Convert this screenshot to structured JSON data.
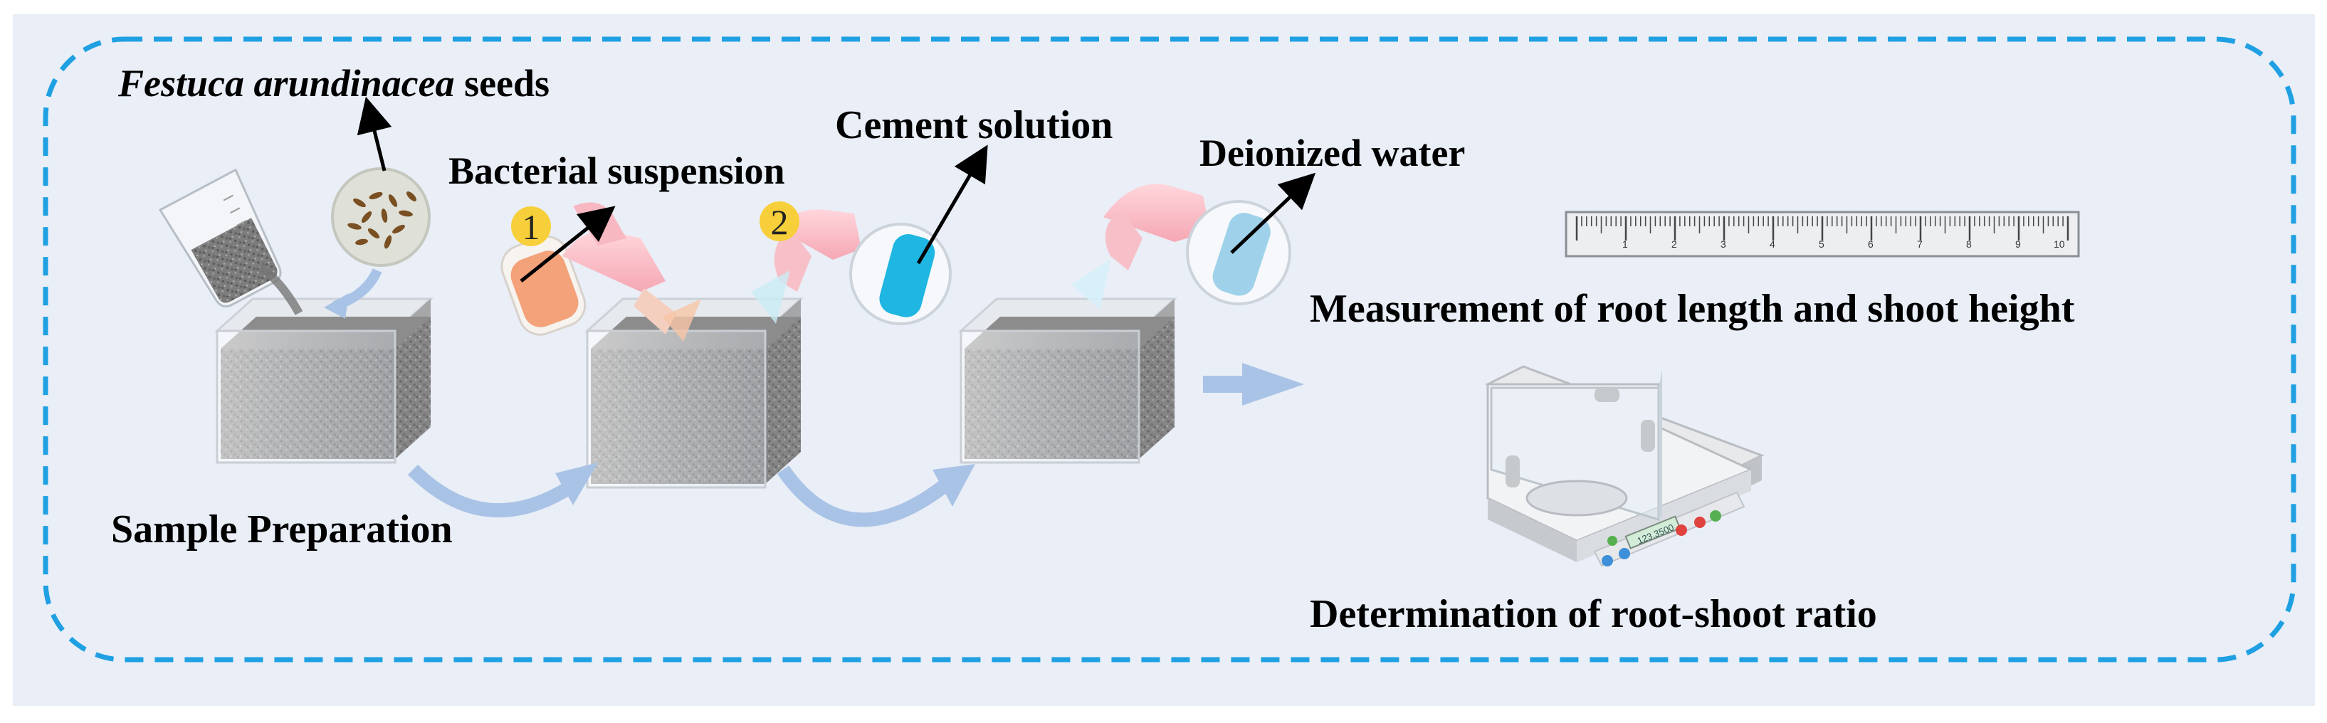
{
  "labels": {
    "seeds_species": "Festuca arundinacea",
    "seeds_suffix": " seeds",
    "bacterial": "Bacterial suspension",
    "cement": "Cement solution",
    "water": "Deionized water",
    "sample_prep": "Sample Preparation",
    "measurement": "Measurement of root length and shoot height",
    "determination": "Determination of root-shoot ratio"
  },
  "steps": [
    "1",
    "2"
  ],
  "ruler_ticks": [
    "1",
    "2",
    "3",
    "4",
    "5",
    "6",
    "7",
    "8",
    "9",
    "10"
  ],
  "balance_display": "123.3500",
  "colors": {
    "background": "#ffffff",
    "panel": "#e9eef7",
    "dashed_border": "#1ea0e2",
    "arrow": "#a9c3e6",
    "bacterial_liquid": "#f4a27a",
    "cement_liquid": "#1fb6e2",
    "water_liquid": "#9fd2ea",
    "step_badge": "#f7cf3a"
  }
}
